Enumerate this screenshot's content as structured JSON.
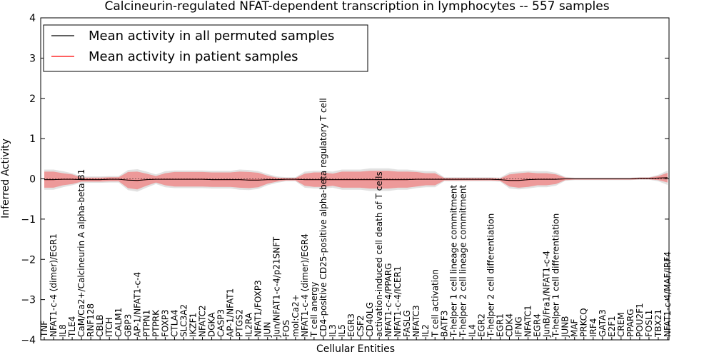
{
  "chart_data": {
    "type": "line",
    "title": "Calcineurin-regulated NFAT-dependent transcription in lymphocytes -- 557 samples",
    "xlabel": "Cellular Entities",
    "ylabel": "Inferred Activity",
    "ylim": [
      -4,
      4
    ],
    "yticks": [
      "−4",
      "−3",
      "−2",
      "−1",
      "0",
      "1",
      "2",
      "3",
      "4"
    ],
    "grid": false,
    "legend_position": "top-left",
    "categories": [
      "TNF",
      "NFAT1-c-4 (dimer)/EGR1",
      "IL8",
      "TLE4",
      "CaM/Ca2+/Calcineurin A alpha-beta B1",
      "RNF128",
      "CBLB",
      "ITCH",
      "CALM1",
      "GBP3",
      "AP-1/NFAT1-c-4",
      "PTPN1",
      "PTPRK",
      "FOXP3",
      "CTLA4",
      "SLC3A2",
      "IKZF1",
      "NFATC2",
      "DGKA",
      "CASP3",
      "AP-1/NFAT1",
      "PTGS2",
      "IL2RA",
      "NFAT1/FOXP3",
      "JUN",
      "Jun/NFAT1-c-4/p21SNFT",
      "FOS",
      "mol:Ca2+",
      "NFAT1-c-4 (dimer)/EGR4",
      "T cell anergy",
      "CD4-positive CD25-positive alpha-beta regulatory T cell",
      "IL3",
      "IL5",
      "EGR3",
      "CSF2",
      "CD40LG",
      "activation-induced cell death of T cells",
      "NFAT1-c-4/PPARG",
      "NFAT1-c-4/ICER1",
      "FASLG",
      "NFATC3",
      "IL2",
      "T cell activation",
      "BATF3",
      "T-helper 1 cell lineage commitment",
      "T-helper 2 cell lineage commitment",
      "IL4",
      "EGR2",
      "T-helper 2 cell differentiation",
      "EGR1",
      "CDK4",
      "IFNG",
      "NFATC1",
      "EGR4",
      "JunB/Fra1/NFAT1-c-4",
      "T-helper 1 cell differentiation",
      "JUNB",
      "MAF",
      "PRKCQ",
      "IRF4",
      "GATA3",
      "E2F1",
      "CREM",
      "PPARG",
      "POU2F1",
      "FOSL1",
      "TBX21",
      "NFAT1-c-4/MAF/IRF4"
    ],
    "series": [
      {
        "name": "Mean activity in all permuted samples",
        "color": "#000000",
        "values": [
          -0.02,
          -0.02,
          -0.01,
          -0.01,
          -0.02,
          -0.02,
          -0.02,
          -0.01,
          -0.01,
          -0.03,
          -0.04,
          -0.02,
          -0.01,
          -0.01,
          -0.01,
          -0.01,
          -0.01,
          -0.01,
          -0.02,
          -0.02,
          -0.02,
          -0.02,
          -0.03,
          -0.03,
          -0.02,
          -0.02,
          -0.01,
          -0.01,
          -0.02,
          -0.02,
          -0.02,
          -0.02,
          -0.02,
          -0.02,
          -0.02,
          -0.02,
          -0.02,
          -0.02,
          -0.02,
          -0.02,
          -0.01,
          -0.01,
          -0.01,
          -0.01,
          -0.01,
          -0.01,
          -0.01,
          -0.01,
          -0.01,
          -0.02,
          -0.04,
          -0.04,
          -0.02,
          -0.01,
          -0.01,
          -0.01,
          0.0,
          0.0,
          0.0,
          0.0,
          0.0,
          0.0,
          0.0,
          0.0,
          0.01,
          0.01,
          0.02,
          0.03
        ]
      },
      {
        "name": "Mean activity in patient samples",
        "color": "#ff0000",
        "values": [
          -0.02,
          -0.02,
          -0.01,
          -0.01,
          -0.02,
          -0.02,
          -0.02,
          -0.01,
          -0.01,
          -0.03,
          -0.04,
          -0.02,
          -0.01,
          -0.01,
          -0.01,
          -0.01,
          -0.01,
          -0.01,
          -0.02,
          -0.02,
          -0.02,
          -0.02,
          -0.03,
          -0.03,
          -0.02,
          -0.02,
          -0.01,
          -0.01,
          -0.02,
          -0.02,
          -0.02,
          -0.02,
          -0.02,
          -0.02,
          -0.02,
          -0.02,
          -0.02,
          -0.02,
          -0.02,
          -0.02,
          -0.01,
          -0.01,
          -0.01,
          -0.01,
          -0.01,
          -0.01,
          -0.01,
          -0.01,
          -0.01,
          -0.02,
          -0.04,
          -0.04,
          -0.02,
          -0.01,
          -0.01,
          -0.01,
          0.0,
          0.0,
          0.0,
          0.0,
          0.0,
          0.0,
          0.0,
          0.0,
          0.01,
          0.01,
          0.02,
          0.03
        ]
      }
    ],
    "band_permuted_color": "#d9d9d9",
    "band_patient_color": "#f08080",
    "band_patient_half": [
      0.2,
      0.2,
      0.15,
      0.12,
      0.05,
      0.05,
      0.05,
      0.05,
      0.05,
      0.2,
      0.22,
      0.15,
      0.08,
      0.15,
      0.18,
      0.18,
      0.18,
      0.18,
      0.18,
      0.18,
      0.18,
      0.2,
      0.2,
      0.18,
      0.1,
      0.05,
      0.03,
      0.03,
      0.15,
      0.18,
      0.18,
      0.15,
      0.2,
      0.2,
      0.2,
      0.22,
      0.22,
      0.22,
      0.2,
      0.2,
      0.18,
      0.15,
      0.15,
      0.03,
      0.03,
      0.03,
      0.03,
      0.03,
      0.03,
      0.03,
      0.15,
      0.18,
      0.18,
      0.15,
      0.15,
      0.12,
      0.03,
      0.02,
      0.02,
      0.02,
      0.02,
      0.02,
      0.02,
      0.02,
      0.02,
      0.02,
      0.05,
      0.12
    ],
    "band_permuted_half": [
      0.25,
      0.25,
      0.2,
      0.15,
      0.08,
      0.08,
      0.08,
      0.08,
      0.08,
      0.25,
      0.28,
      0.2,
      0.12,
      0.2,
      0.22,
      0.22,
      0.22,
      0.22,
      0.22,
      0.22,
      0.22,
      0.25,
      0.25,
      0.22,
      0.14,
      0.08,
      0.05,
      0.05,
      0.2,
      0.22,
      0.22,
      0.2,
      0.25,
      0.25,
      0.25,
      0.28,
      0.28,
      0.28,
      0.25,
      0.25,
      0.22,
      0.2,
      0.2,
      0.05,
      0.05,
      0.05,
      0.05,
      0.05,
      0.05,
      0.05,
      0.2,
      0.22,
      0.22,
      0.2,
      0.2,
      0.16,
      0.05,
      0.03,
      0.03,
      0.03,
      0.03,
      0.03,
      0.03,
      0.03,
      0.03,
      0.03,
      0.08,
      0.18
    ]
  }
}
